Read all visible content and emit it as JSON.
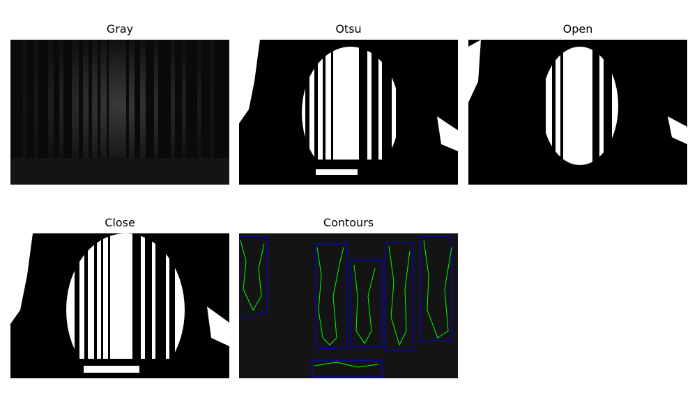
{
  "figure": {
    "panels": [
      {
        "title": "Gray"
      },
      {
        "title": "Otsu"
      },
      {
        "title": "Open"
      },
      {
        "title": "Close"
      },
      {
        "title": "Contours"
      }
    ]
  },
  "colors": {
    "background": "#ffffff",
    "gray_dark": "#0b0b0b",
    "gray_mid": "#1c1c1c",
    "binary_white": "#ffffff",
    "binary_black": "#000000",
    "contour_green": "#00ff00",
    "bbox_blue": "#0000ff"
  }
}
